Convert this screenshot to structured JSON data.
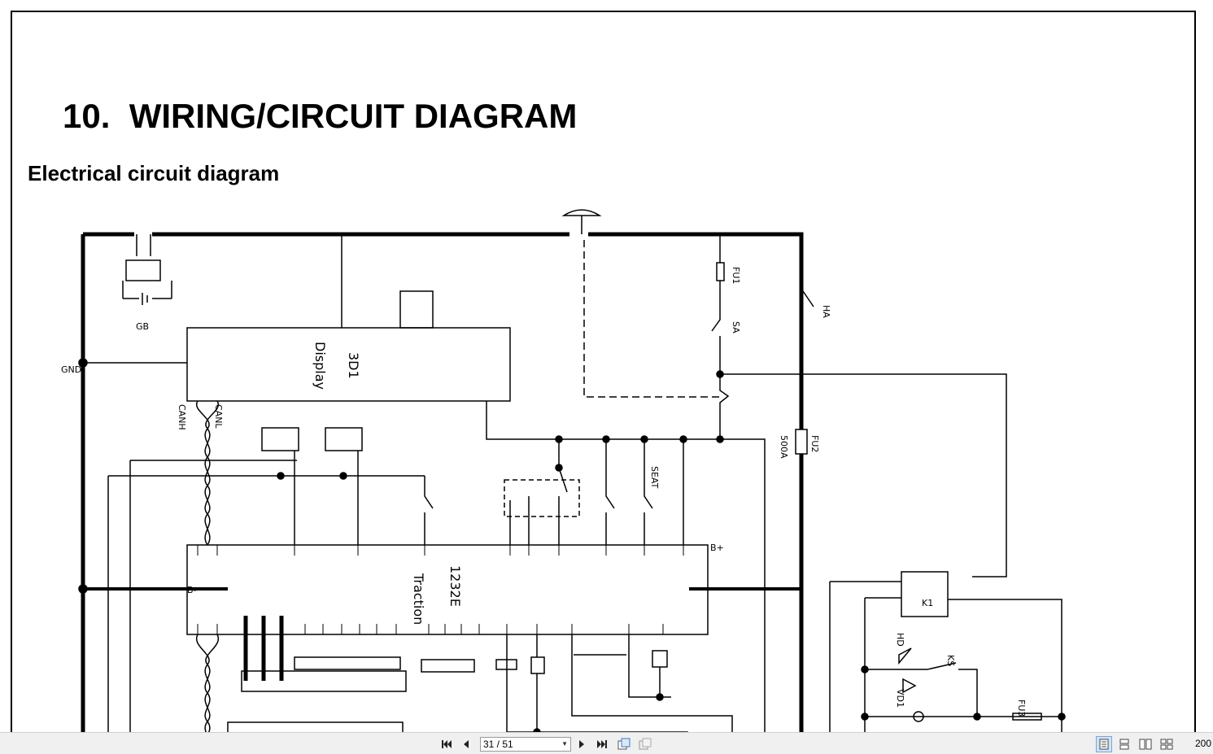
{
  "document": {
    "heading": "10.  WIRING/CIRCUIT DIAGRAM",
    "subheading": "Electrical circuit diagram"
  },
  "diagram": {
    "labels": {
      "display": "Display",
      "display_code": "3D1",
      "traction": "Traction",
      "controller_code": "1232E",
      "fu1": "FU1",
      "fu2": "FU2",
      "fu3": "FU3",
      "fu_rating": "500A",
      "ha": "HA",
      "key": "SA",
      "seat": "SEAT",
      "bat_label": "GB",
      "k1": "K1",
      "vd1": "VD1",
      "hd": "HD",
      "ks": "KS",
      "ground": "GND",
      "bplus": "B+",
      "bminus": "B-",
      "canh": "CANH",
      "canl": "CANL"
    }
  },
  "toolbar": {
    "page_indicator": "31 / 51",
    "zoom": "200",
    "first_icon": "first-page-icon",
    "prev_icon": "previous-page-icon",
    "next_icon": "next-page-icon",
    "last_icon": "last-page-icon"
  }
}
